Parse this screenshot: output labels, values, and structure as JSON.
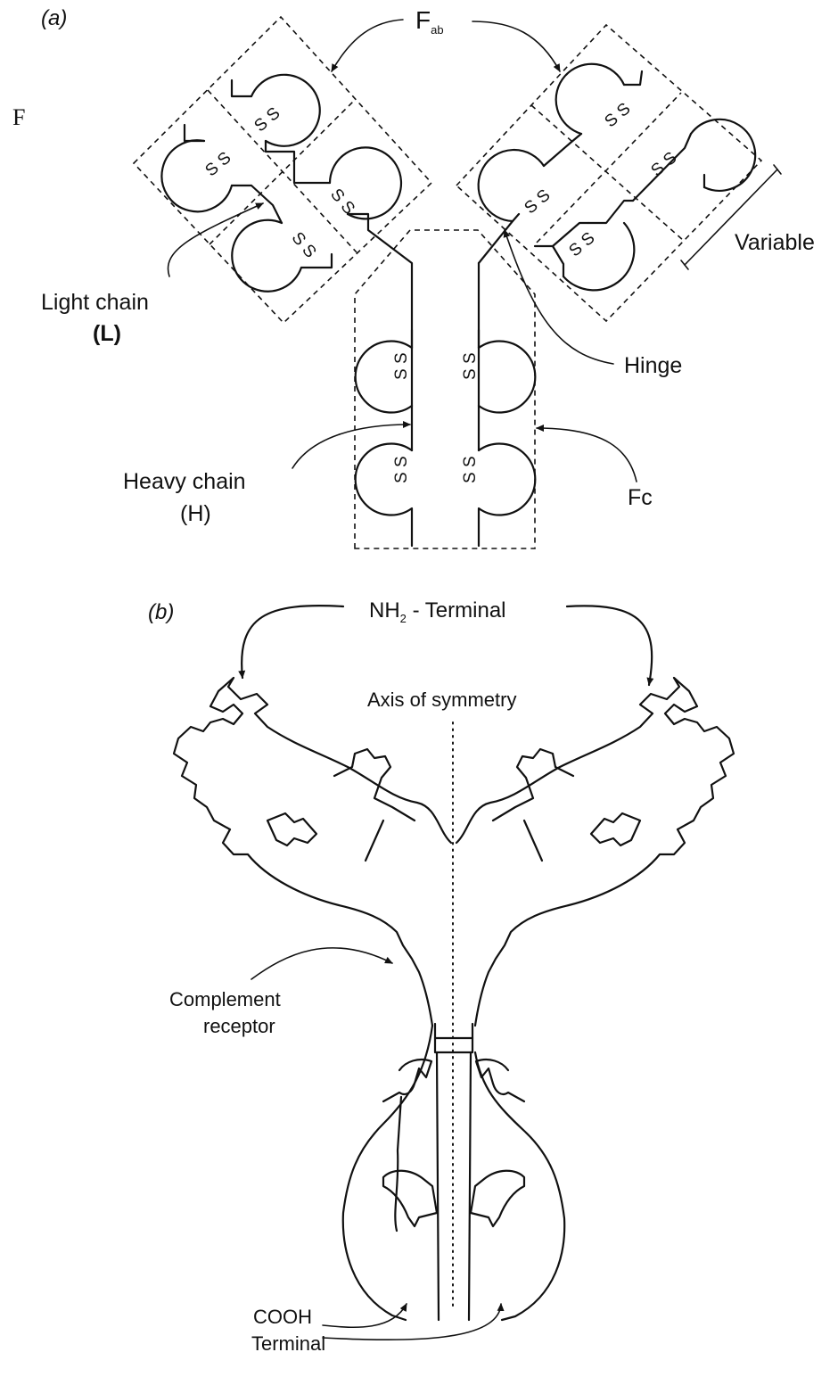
{
  "panel_a": {
    "panel_label": "(a)",
    "margin_letter": "F",
    "fab_label": "F",
    "fab_subscript": "ab",
    "variable_label": "Variable",
    "light_chain_label": "Light chain",
    "light_chain_abbrev": "(L)",
    "hinge_label": "Hinge",
    "heavy_chain_label": "Heavy chain",
    "heavy_chain_abbrev": "(H)",
    "fc_label": "Fc",
    "disulfide_label": "S S"
  },
  "panel_b": {
    "panel_label": "(b)",
    "nh2_prefix": "NH",
    "nh2_subscript": "2",
    "nh2_suffix": " - Terminal",
    "axis_label": "Axis of symmetry",
    "complement_line1": "Complement",
    "complement_line2": "receptor",
    "cooh_line1": "COOH",
    "cooh_line2": "Terminal"
  }
}
